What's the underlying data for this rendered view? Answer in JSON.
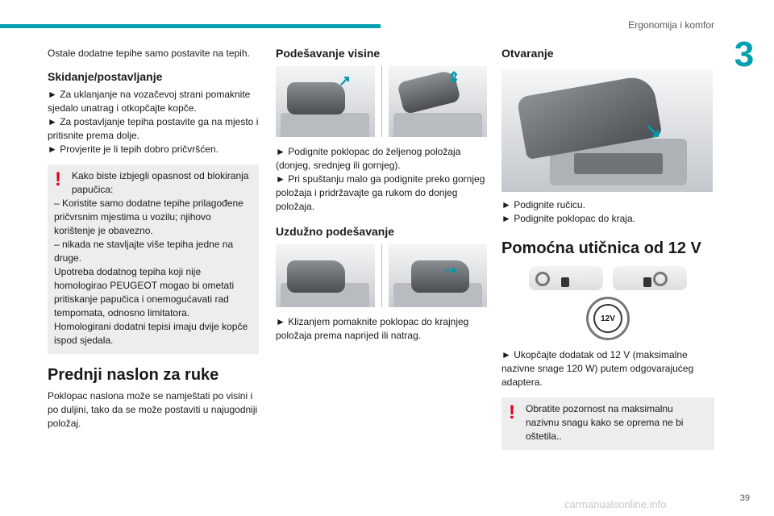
{
  "header": {
    "section_title": "Ergonomija i komfor",
    "chapter_number": "3",
    "page_number": "39"
  },
  "col1": {
    "intro": "Ostale dodatne tepihe samo postavite na tepih.",
    "heading": "Skidanje/postavljanje",
    "bullets": [
      "► Za uklanjanje na vozačevoj strani pomaknite sjedalo unatrag i otkopčajte kopče.",
      "► Za postavljanje tepiha postavite ga na mjesto i pritisnite prema dolje.",
      "► Provjerite je li tepih dobro pričvršćen."
    ],
    "warning": {
      "first": "Kako biste izbjegli opasnost od blokiranja papučica:",
      "lines": [
        "– Koristite samo dodatne tepihe prilagođene pričvrsnim mjestima u vozilu; njihovo korištenje je obavezno.",
        "– nikada ne stavljajte više tepiha jedne na druge.",
        "Upotreba dodatnog tepiha koji nije homologirao PEUGEOT mogao bi ometati pritiskanje papučica i onemogućavati rad tempomata, odnosno limitatora.",
        "Homologirani dodatni tepisi imaju dvije kopče ispod sjedala."
      ]
    },
    "section_title": "Prednji naslon za ruke",
    "section_text": "Poklopac naslona može se namještati po visini i po duljini, tako da se može postaviti u najugodniji položaj."
  },
  "col2": {
    "heading1": "Podešavanje visine",
    "bullets1": [
      "► Podignite poklopac do željenog položaja (donjeg, srednjeg ili gornjeg).",
      "► Pri spuštanju malo ga podignite preko gornjeg položaja i pridržavajte ga rukom do donjeg položaja."
    ],
    "heading2": "Uzdužno podešavanje",
    "bullets2": [
      "► Klizanjem pomaknite poklopac do krajnjeg položaja prema naprijed ili natrag."
    ]
  },
  "col3": {
    "heading": "Otvaranje",
    "bullets": [
      "► Podignite ručicu.",
      "► Podignite poklopac do kraja."
    ],
    "section_title": "Pomoćna utičnica od 12 V",
    "outlet_label": "12V",
    "bullet_socket": "► Ukopčajte dodatak od 12 V (maksimalne nazivne snage 120 W) putem odgovarajućeg adaptera.",
    "warning": {
      "first": "Obratite pozornost na maksimalnu nazivnu snagu kako se oprema ne bi oštetila.."
    }
  },
  "watermark": "carmanualsonline.info",
  "colors": {
    "accent": "#00a0b0",
    "warning_mark": "#e3001b",
    "warning_bg": "#ededed"
  }
}
